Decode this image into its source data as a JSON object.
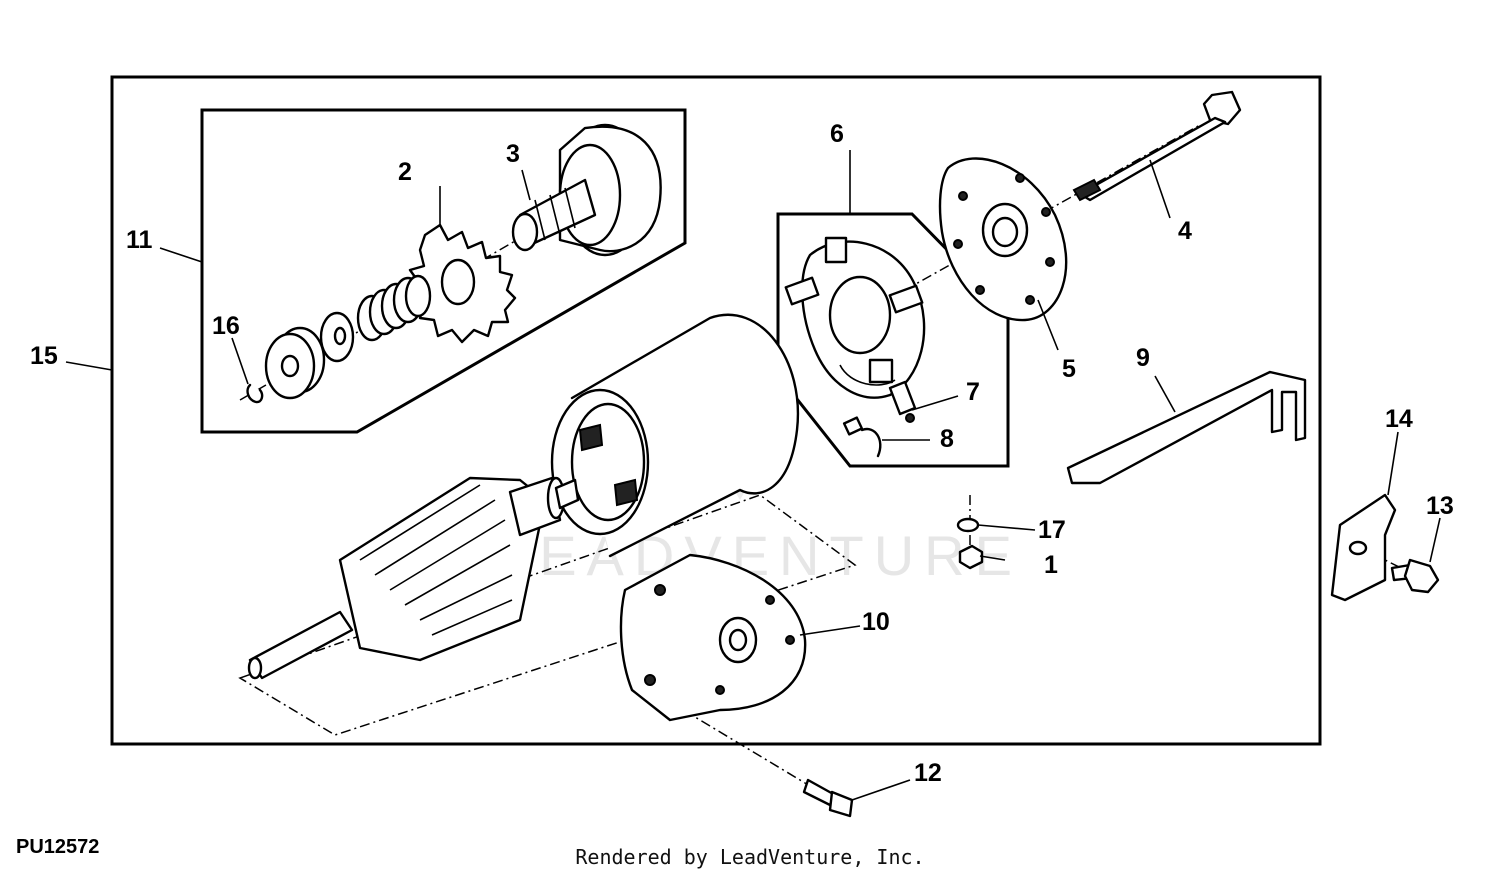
{
  "figure_id": "PU12572",
  "render_credit": "Rendered by LeadVenture, Inc.",
  "watermark": "LEADVENTURE",
  "callouts": [
    {
      "id": "c1",
      "text": "1"
    },
    {
      "id": "c2",
      "text": "2"
    },
    {
      "id": "c3",
      "text": "3"
    },
    {
      "id": "c4",
      "text": "4"
    },
    {
      "id": "c5",
      "text": "5"
    },
    {
      "id": "c6",
      "text": "6"
    },
    {
      "id": "c7",
      "text": "7"
    },
    {
      "id": "c8",
      "text": "8"
    },
    {
      "id": "c9",
      "text": "9"
    },
    {
      "id": "c10",
      "text": "10"
    },
    {
      "id": "c11",
      "text": "11"
    },
    {
      "id": "c12",
      "text": "12"
    },
    {
      "id": "c13",
      "text": "13"
    },
    {
      "id": "c14",
      "text": "14"
    },
    {
      "id": "c15",
      "text": "15"
    },
    {
      "id": "c16",
      "text": "16"
    },
    {
      "id": "c17",
      "text": "17"
    }
  ]
}
